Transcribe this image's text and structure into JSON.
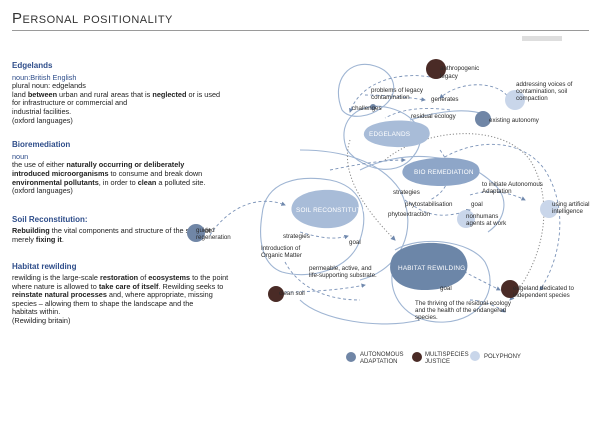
{
  "page": {
    "title": "Personal positionality"
  },
  "definitions": {
    "edgelands": {
      "heading": "Edgelands",
      "l1": "noun:British English",
      "l2": "plural noun: edgelands",
      "l3a": "land ",
      "l3b": "between",
      "l3c": " urban and rural areas that is ",
      "l3d": "neglected",
      "l3e": " or is used",
      "l4": "for infrastructure or commercial and",
      "l5": "industrial facilities.",
      "l6": "(oxford languages)"
    },
    "bioremediation": {
      "heading": "Bioremediation",
      "l1": "noun",
      "l2a": "the use of either ",
      "l2b": "naturally occurring or deliberately",
      "l3a": "introduced microorganisms",
      "l3b": " to consume and break down",
      "l4a": "environmental pollutants",
      "l4b": ", in order to ",
      "l4c": "clean",
      "l4d": " a polluted site.",
      "l5": "(oxford languages)"
    },
    "soil": {
      "heading": "Soil Reconstitution:",
      "l1a": "Rebuilding",
      "l1b": " the vital components and structure of the soil, not",
      "l2a": "merely ",
      "l2b": "fixing it",
      "l2c": "."
    },
    "rewilding": {
      "heading": "Habitat rewilding",
      "l1a": "rewilding is the large-scale ",
      "l1b": "restoration",
      "l1c": " of ",
      "l1d": "ecosystems",
      "l1e": " to the point",
      "l2a": "where nature is allowed to ",
      "l2b": "take care of itself",
      "l2c": ". Rewilding seeks to",
      "l3a": "reinstate natural processes",
      "l3b": " and, where appropriate, missing",
      "l4": "species – allowing them to shape the landscape and the",
      "l5": "habitats within.",
      "l6": "(Rewilding britain)"
    }
  },
  "diagram": {
    "nodes": {
      "edgelands": "EDGELANDS",
      "bio": "BIO REMEDIATION",
      "soil": "SOIL RECONSTITUTION",
      "habitat": "HABITAT REWILDING"
    },
    "labels": {
      "anthropogenic_1": "anthropogenic",
      "anthropogenic_2": "legacy",
      "addressing_1": "addressing voices of",
      "addressing_2": "contamination, soil",
      "addressing_3": "compaction",
      "challenges": "challenges",
      "problems_1": "problems of legacy",
      "problems_2": "contamination",
      "generates": "generates",
      "residual": "residual ecology",
      "existing": "existing autonomy",
      "strategies_bio": "strategies",
      "phytostab": "phytostabilisation",
      "phytoextr": "phytoextraction",
      "goal_bio": "goal",
      "initiate_1": "to initiate Autonomous",
      "initiate_2": "Adaptation",
      "using_1": "using artificial",
      "using_2": "intelligence",
      "nonhumans_1": "nonhumans",
      "nonhumans_2": "agents at work",
      "guided_1": "guided",
      "guided_2": "regeneration",
      "strategies_soil": "strategies",
      "goal_soil": "goal",
      "intro_1": "Introduction of",
      "intro_2": "Organic Matter",
      "permeable_1": "permeable, active, and",
      "permeable_2": "life-supporting substrate.",
      "clean": "clean soil",
      "goal_hab": "goal",
      "edgeland_ded_1": "edgeland dedicated to",
      "edgeland_ded_2": "independent species",
      "thriving_1": "The thriving of the residual ecology",
      "thriving_2": "and the health of the endangered",
      "thriving_3": "species."
    }
  },
  "legend": {
    "autonomous_1": "AUTONOMOUS",
    "autonomous_2": "ADAPTATION",
    "multispecies_1": "MULTISPECIES",
    "multispecies_2": "JUSTICE",
    "polyphony": "POLYPHONY"
  },
  "colors": {
    "autonomous": "#7086a6",
    "multispecies": "#4a2b26",
    "polyphony": "#c9d6ea",
    "node_fill": "#a8bcd8",
    "habitat_fill": "#6c86a8",
    "line": "#7b93b8",
    "heading_blue": "#2e4d8a"
  }
}
